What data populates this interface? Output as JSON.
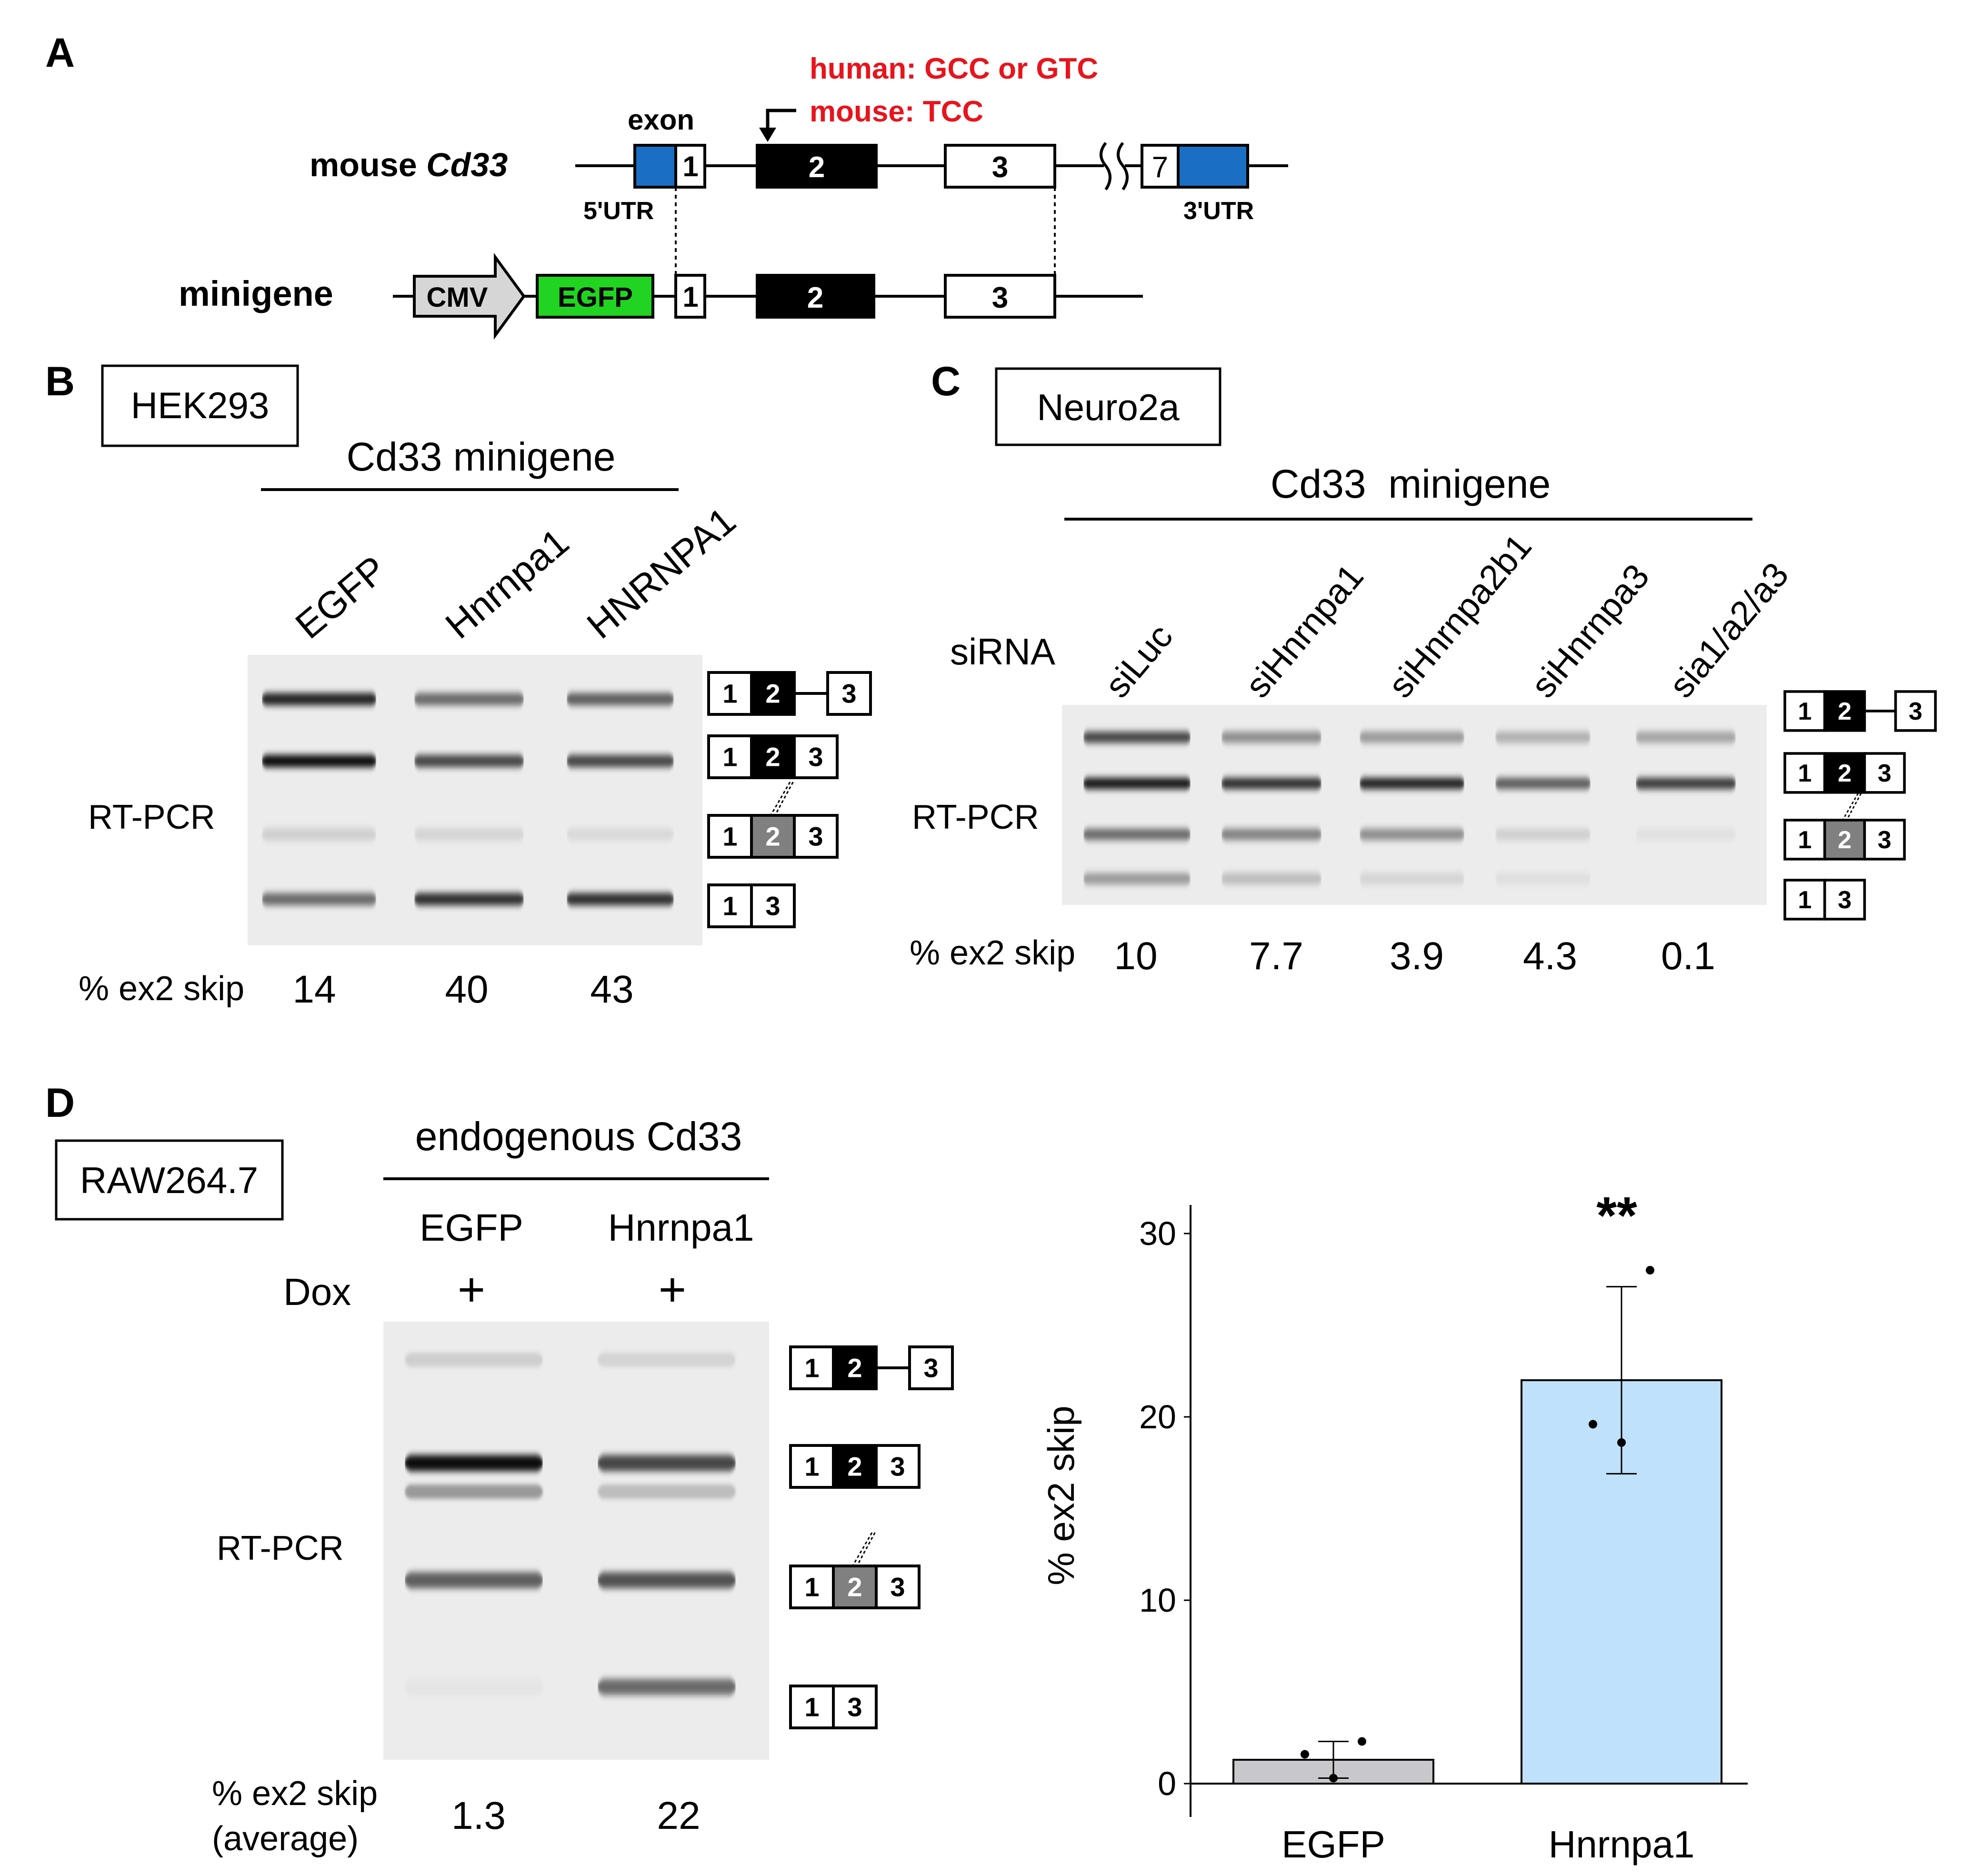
{
  "colors": {
    "blue_utr": "#1a6fc4",
    "egfp_green": "#22d422",
    "red_text": "#e8141c",
    "bar_egfp": "#c8c8cc",
    "bar_hnrnpa1": "#bfe1fb",
    "cmv_gray": "#d6d6d6",
    "exon2_skipped_gray": "#808080"
  },
  "panelA": {
    "letter": "A",
    "gene_label_prefix": "mouse ",
    "gene_label_italic": "Cd33",
    "minigene_label": "minigene",
    "exon_word": "exon",
    "utr5": "5'UTR",
    "utr3": "3'UTR",
    "codon_human": "human: GCC or GTC",
    "codon_mouse": "mouse: TCC",
    "cmv": "CMV",
    "egfp": "EGFP",
    "exon_numbers": [
      "1",
      "2",
      "3",
      "7"
    ]
  },
  "panelB": {
    "letter": "B",
    "cell_line": "HEK293",
    "header": "Cd33 minigene",
    "lanes": [
      "EGFP",
      "Hnrnpa1",
      "HNRNPA1"
    ],
    "method": "RT-PCR",
    "skip_label": "% ex2 skip",
    "skip_values": [
      "14",
      "40",
      "43"
    ]
  },
  "panelC": {
    "letter": "C",
    "cell_line": "Neuro2a",
    "header": "Cd33  minigene",
    "sirna_label": "siRNA",
    "lanes": [
      "siLuc",
      "siHnrnpa1",
      "siHnrnpa2b1",
      "siHnrnpa3",
      "sia1/a2/a3"
    ],
    "method": "RT-PCR",
    "skip_label": "% ex2 skip",
    "skip_values": [
      "10",
      "7.7",
      "3.9",
      "4.3",
      "0.1"
    ]
  },
  "panelD": {
    "letter": "D",
    "cell_line": "RAW264.7",
    "header": "endogenous Cd33",
    "lanes": [
      "EGFP",
      "Hnrnpa1"
    ],
    "dox_label": "Dox",
    "dox_values": [
      "+",
      "+"
    ],
    "method": "RT-PCR",
    "skip_label_line1": "% ex2 skip",
    "skip_label_line2": "(average)",
    "skip_values": [
      "1.3",
      "22"
    ]
  },
  "isoforms": {
    "full": [
      "1",
      "2",
      "3"
    ],
    "spliced": [
      "1",
      "2",
      "3"
    ],
    "cryptic": [
      "1",
      "2",
      "3"
    ],
    "skipped": [
      "1",
      "3"
    ]
  },
  "chart_data": {
    "type": "bar",
    "categories": [
      "EGFP",
      "Hnrnpa1"
    ],
    "values": [
      1.3,
      22
    ],
    "error": [
      1.0,
      5.1
    ],
    "points": [
      [
        1.6,
        0.3,
        2.3
      ],
      [
        19.6,
        18.6,
        28.0
      ]
    ],
    "ylabel": "% ex2 skip",
    "ylim": [
      0,
      30
    ],
    "yticks": [
      0,
      10,
      20,
      30
    ],
    "significance": "**",
    "grid": false
  }
}
